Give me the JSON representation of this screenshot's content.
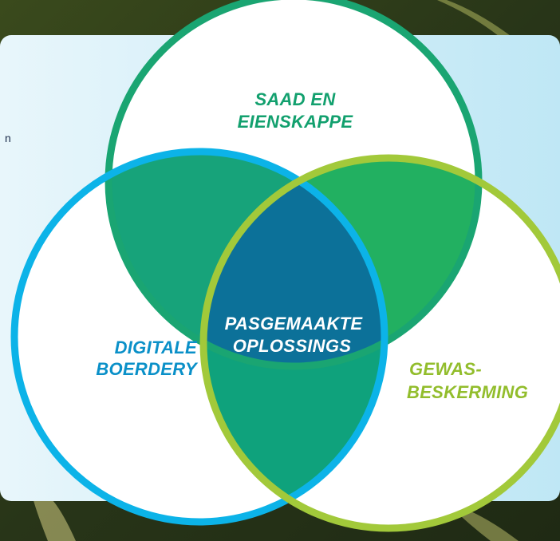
{
  "venn": {
    "top": {
      "line1": "SAAD EN",
      "line2": "EIENSKAPPE"
    },
    "left": {
      "line1": "DIGITALE",
      "line2": "BOERDERY"
    },
    "right": {
      "line1": "GEWAS-",
      "line2": "BESKERMING"
    },
    "center": {
      "line1": "PASGEMAAKTE",
      "line2": "OPLOSSINGS"
    }
  },
  "side_fragment": "n",
  "colors": {
    "top_ring": "#1aa572",
    "left_ring": "#0cb3e8",
    "right_ring": "#a2c93a",
    "top_label": "#12a06e",
    "left_label": "#0a90c8",
    "right_label": "#92bd2c",
    "center_label": "#ffffff",
    "overlap_top_left": "#17a37a",
    "overlap_top_right": "#22b061",
    "overlap_left_right": "#0fa27c",
    "overlap_center": "#0c7199",
    "panel": "#dff3f9"
  }
}
